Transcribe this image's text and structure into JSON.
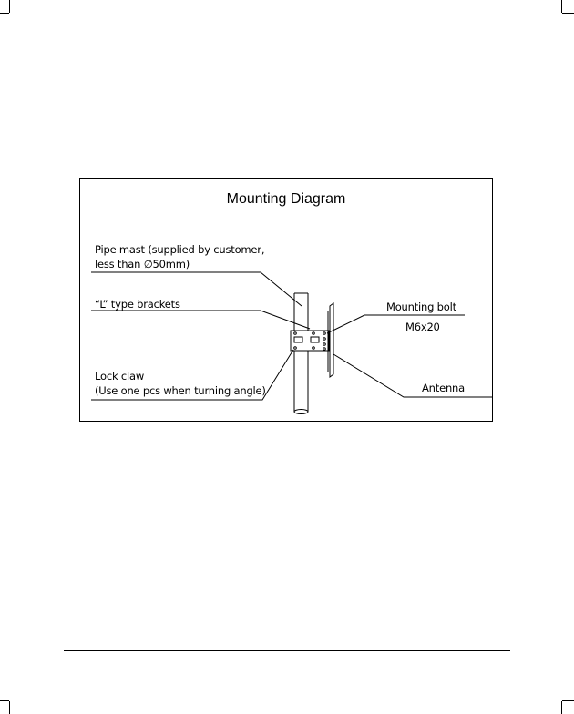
{
  "diagram": {
    "title": "Mounting Diagram",
    "labels": {
      "pipe_mast_line1": "Pipe mast (supplied by customer,",
      "pipe_mast_line2": "less than ∅50mm)",
      "l_brackets": "“L” type brackets",
      "lock_claw_line1": "Lock claw",
      "lock_claw_line2": "(Use one pcs when turning angle)",
      "mounting_bolt": "Mounting bolt",
      "bolt_size": "M6x20",
      "antenna": "Antenna"
    }
  }
}
